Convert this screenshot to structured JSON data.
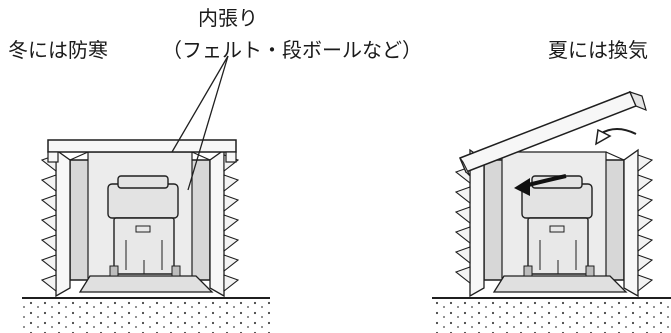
{
  "labels": {
    "winter": "冬には防寒",
    "lining": "内張り",
    "lining_detail": "（フェルト・段ボールなど）",
    "summer": "夏には換気"
  },
  "colors": {
    "wall": "#f7f7f7",
    "inner": "#d7d7d7",
    "appliance": "#e3e3e3",
    "line": "#1f1f1f",
    "arrow": "#111111"
  },
  "icons": [
    "winter-shelter-icon",
    "summer-shelter-icon",
    "ventilation-arrow-icon",
    "appliance-icon"
  ]
}
